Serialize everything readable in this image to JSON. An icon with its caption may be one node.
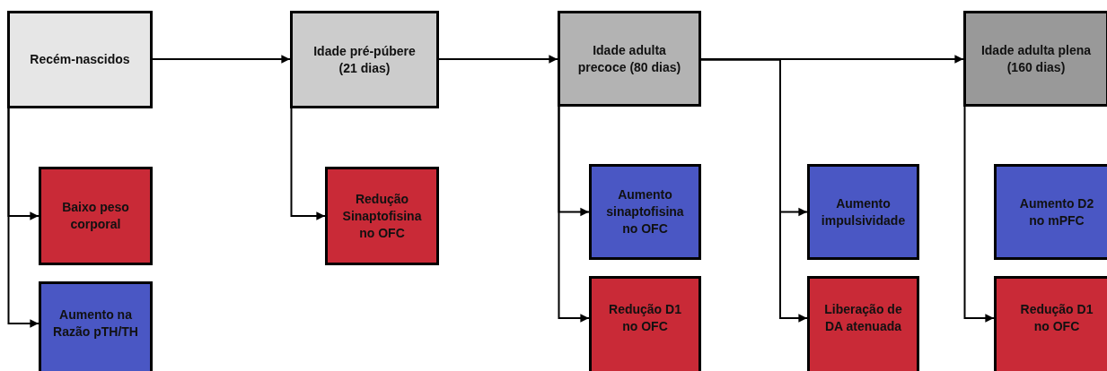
{
  "diagram": {
    "nodes": [
      {
        "text": [
          "Recém-nascidos"
        ]
      },
      {
        "text": [
          "Idade pré-púbere (21 dias)"
        ]
      },
      {
        "text": [
          "Idade adulta precoce (80 dias)"
        ]
      },
      {
        "text": [
          "Idade adulta plena (160 dias)"
        ]
      },
      {
        "text": [
          "Baixo peso corporal"
        ]
      },
      {
        "text": [
          "Aumento na Razão pTH/TH"
        ]
      },
      {
        "text": [
          "Redução Sinaptofisina no OFC"
        ]
      },
      {
        "text": [
          "Aumento sinaptofisina no OFC"
        ]
      },
      {
        "text": [
          "Redução D1 no OFC"
        ]
      },
      {
        "text": [
          "Aumento impulsividade"
        ]
      },
      {
        "text": [
          "Liberação de DA atenuada"
        ]
      },
      {
        "text": [
          "Aumento D2 no mPFC"
        ]
      },
      {
        "text": [
          "Redução D1 no OFC"
        ]
      }
    ],
    "edges": [
      {
        "from": 0,
        "to": 1,
        "arrow": "to"
      },
      {
        "from": 1,
        "to": 2,
        "arrow": "to"
      },
      {
        "from": 2,
        "to": 3,
        "arrow": "to"
      },
      {
        "from": 0,
        "to": 4,
        "arrow": "to"
      },
      {
        "from": 0,
        "to": 5,
        "arrow": "to"
      },
      {
        "from": 1,
        "to": 6,
        "arrow": "to"
      },
      {
        "from": 2,
        "to": 7,
        "arrow": "to"
      },
      {
        "from": 2,
        "to": 8,
        "arrow": "to"
      },
      {
        "from": 2,
        "to": 9,
        "arrow": "to"
      },
      {
        "from": 2,
        "to": 10,
        "arrow": "to"
      },
      {
        "from": 3,
        "to": 12,
        "arrow": "to"
      }
    ]
  }
}
